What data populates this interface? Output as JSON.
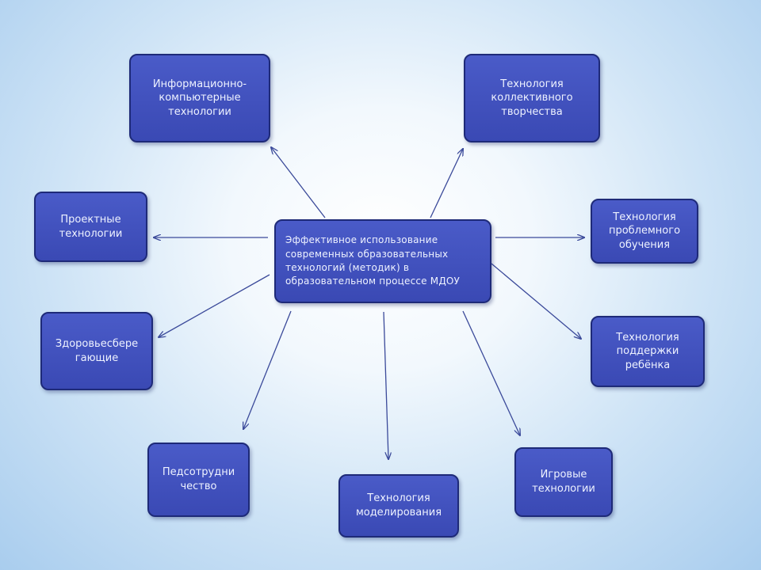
{
  "diagram": {
    "center": "Эффективное использование современных образовательных технологий (методик) в образовательном процессе МДОУ",
    "nodes": [
      {
        "id": "ikt",
        "label": "Информационно-\nкомпьютерные\nтехнологии"
      },
      {
        "id": "kollektiv",
        "label": "Технология\nколлективного\nтворчества"
      },
      {
        "id": "proekt",
        "label": "Проектные\nтехнологии"
      },
      {
        "id": "problem",
        "label": "Технология\nпроблемного\nобучения"
      },
      {
        "id": "zdorov",
        "label": "Здоровьесбере\nгающие"
      },
      {
        "id": "podderzhka",
        "label": "Технология\nподдержки\nребёнка"
      },
      {
        "id": "pedsotr",
        "label": "Педсотрудни\nчество"
      },
      {
        "id": "model",
        "label": "Технология\nмоделирования"
      },
      {
        "id": "igrovye",
        "label": "Игровые\nтехнологии"
      }
    ]
  },
  "colors": {
    "box_fill": "#4152c0",
    "box_border": "#1e2a78",
    "box_text": "#eef2ff",
    "arrow": "#3b4a9a"
  }
}
